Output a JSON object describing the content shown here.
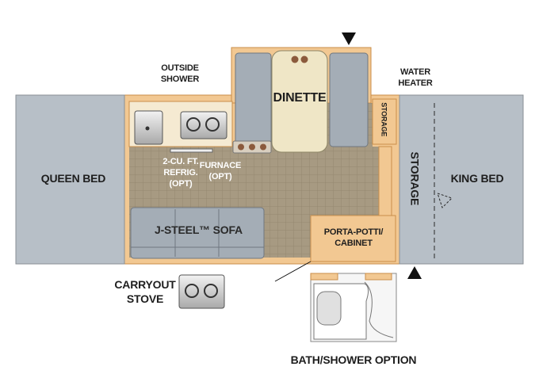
{
  "labels": {
    "queen_bed": "QUEEN BED",
    "king_bed": "KING BED",
    "dinette": "DINETTE",
    "storage_vertical": "STORAGE",
    "storage_small": "STORAGE",
    "outside_shower_1": "OUTSIDE",
    "outside_shower_2": "SHOWER",
    "water_heater_1": "WATER",
    "water_heater_2": "HEATER",
    "refrig_1": "2-CU. FT.",
    "refrig_2": "REFRIG.",
    "refrig_3": "(OPT)",
    "furnace_1": "FURNACE",
    "furnace_2": "(OPT)",
    "sofa": "J-STEEL™ SOFA",
    "porta_potti_1": "PORTA-POTTI/",
    "porta_potti_2": "CABINET",
    "carryout_1": "CARRYOUT",
    "carryout_2": "STOVE",
    "bath_option": "BATH/SHOWER OPTION"
  },
  "colors": {
    "floor": "#a79a82",
    "wood": "#f2c892",
    "bed": "#b7bfc7",
    "cushion": "#aab3bc",
    "dinette_table": "#efe6c6"
  },
  "icons": [
    "sink-icon",
    "stove-icon",
    "door-arrow-icon",
    "carryout-stove-icon"
  ]
}
